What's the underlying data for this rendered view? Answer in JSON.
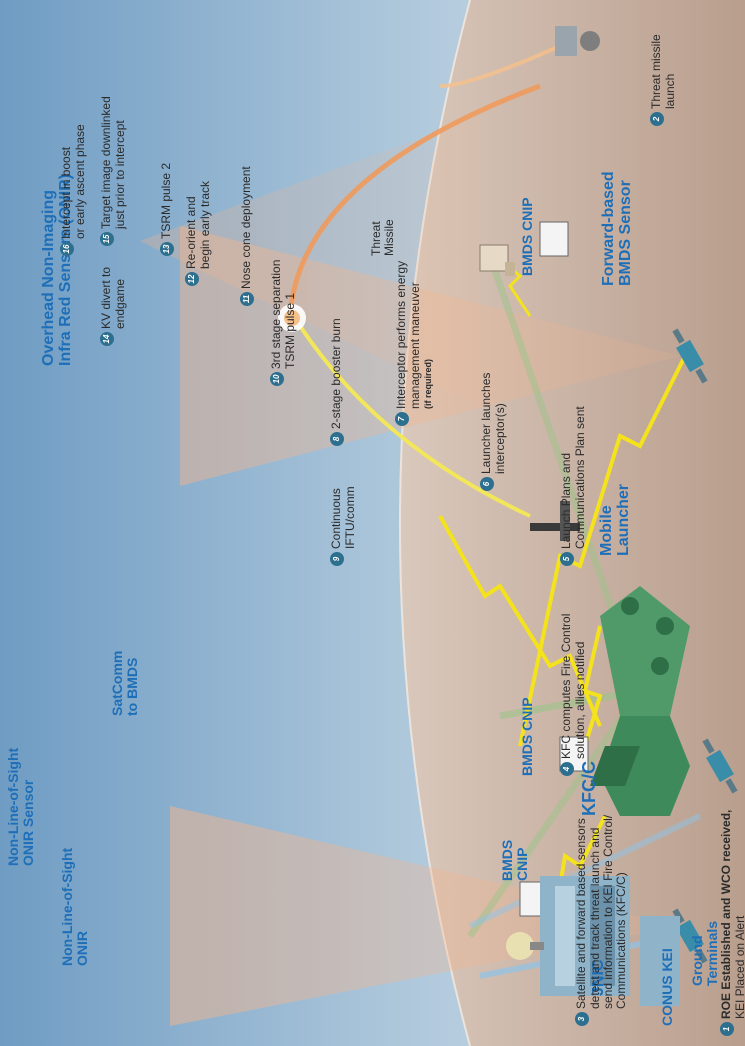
{
  "sensors": {
    "onir_overhead": [
      "Overhead Non-Imaging",
      "Infra Red Sensors (ONIR)"
    ],
    "nlos_onir_sensor": [
      "Non-Line-of-Sight",
      "ONIR Sensor"
    ],
    "nlos_onir": [
      "Non-Line-of-Sight",
      "ONIR"
    ],
    "satcomm": [
      "SatComm",
      "to BMDS"
    ],
    "forward_sensor": [
      "Forward-based",
      "BMDS Sensor"
    ]
  },
  "ground": {
    "bmds_cnip_top": "BMDS CNIP",
    "bmds_cnip_mid": "BMDS CNIP",
    "bmds_cnip_left": [
      "BMDS",
      "CNIP"
    ],
    "kfc": "KFC/C",
    "mobile_launcher": [
      "Mobile",
      "Launcher"
    ],
    "jnic": "JNIC",
    "conus_kei": "CONUS KEI",
    "ground_terminals": [
      "Ground",
      "Terminals"
    ]
  },
  "steps": {
    "s1": {
      "num": "1",
      "lines": [
        "ROE Established and WCO received,",
        "KEI Placed on Alert"
      ]
    },
    "s2": {
      "num": "2",
      "lines": [
        "Threat missile",
        "launch"
      ]
    },
    "s3": {
      "num": "3",
      "lines": [
        "Satellite and forward based sensors",
        "detect and track threat launch and",
        "send information to KEI Fire Control/",
        "Communications (KFC/C)"
      ]
    },
    "s4": {
      "num": "4",
      "lines": [
        "KFC computes Fire Control",
        "solution, allies notified"
      ]
    },
    "s5": {
      "num": "5",
      "lines": [
        "Launch Plans and",
        "Communications Plan sent"
      ]
    },
    "s6": {
      "num": "6",
      "lines": [
        "Launcher launches",
        "interceptor(s)"
      ]
    },
    "s7": {
      "num": "7",
      "lines": [
        "Interceptor performs energy",
        "management maneuver"
      ],
      "note": "(if required)"
    },
    "s8": {
      "num": "8",
      "lines": [
        "2-stage booster burn"
      ]
    },
    "s9": {
      "num": "9",
      "lines": [
        "Continuous",
        "IFTU/comm"
      ]
    },
    "s10": {
      "num": "10",
      "lines": [
        "3rd stage separation",
        "TSRM pulse 1"
      ]
    },
    "s11": {
      "num": "11",
      "lines": [
        "Nose cone deployment"
      ]
    },
    "s12": {
      "num": "12",
      "lines": [
        "Re-orient and",
        "begin early track"
      ]
    },
    "s13": {
      "num": "13",
      "lines": [
        "TSRM pulse 2"
      ]
    },
    "s14": {
      "num": "14",
      "lines": [
        "KV divert to",
        "endgame"
      ]
    },
    "s15": {
      "num": "15",
      "lines": [
        "Target image downlinked",
        "just prior to intercept"
      ]
    },
    "s16": {
      "num": "16",
      "lines": [
        "Intercept in boost",
        "or early ascent phase"
      ]
    }
  },
  "threat_label": [
    "Threat",
    "Missile"
  ],
  "colors": {
    "label_blue": "#1e6fb8",
    "step_circle": "#2d6f8e",
    "sky": "#a9c4d9",
    "ground": "#c8b3a5",
    "beam": "#f0a878",
    "lightning": "#f4e21c",
    "link": "#9ec48a"
  }
}
